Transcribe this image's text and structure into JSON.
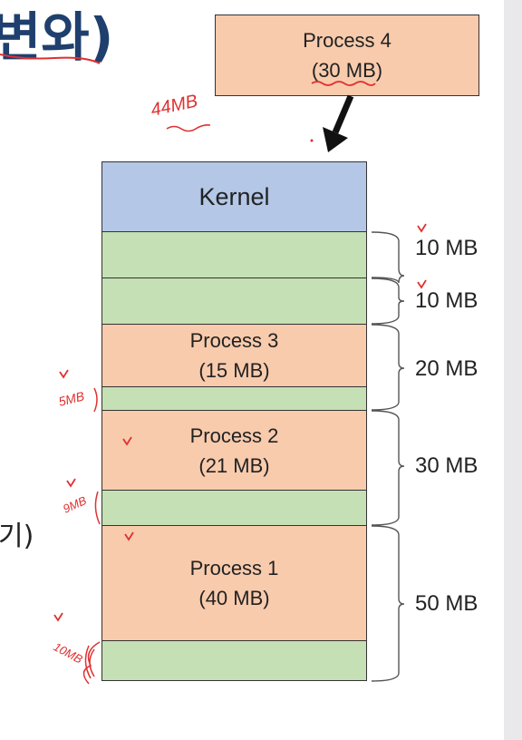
{
  "page_fragments": {
    "heading_partial": "변와)",
    "side_partial": "기)"
  },
  "incoming_process": {
    "name": "Process 4",
    "size": "(30 MB)"
  },
  "memory": {
    "kernel_label": "Kernel",
    "process3": {
      "name": "Process 3",
      "size": "(15 MB)"
    },
    "process2": {
      "name": "Process 2",
      "size": "(21 MB)"
    },
    "process1": {
      "name": "Process 1",
      "size": "(40 MB)"
    }
  },
  "partition_sizes": [
    "10 MB",
    "10 MB",
    "20 MB",
    "30 MB",
    "50 MB"
  ],
  "handwritten_notes": {
    "arrow_note": "44MB",
    "free3": "5MB",
    "free2": "9MB",
    "free1": "10MB"
  },
  "colors": {
    "kernel": "#b4c7e7",
    "process": "#f8cbad",
    "free": "#c5e0b4",
    "annotation_ink": "#e03030"
  }
}
